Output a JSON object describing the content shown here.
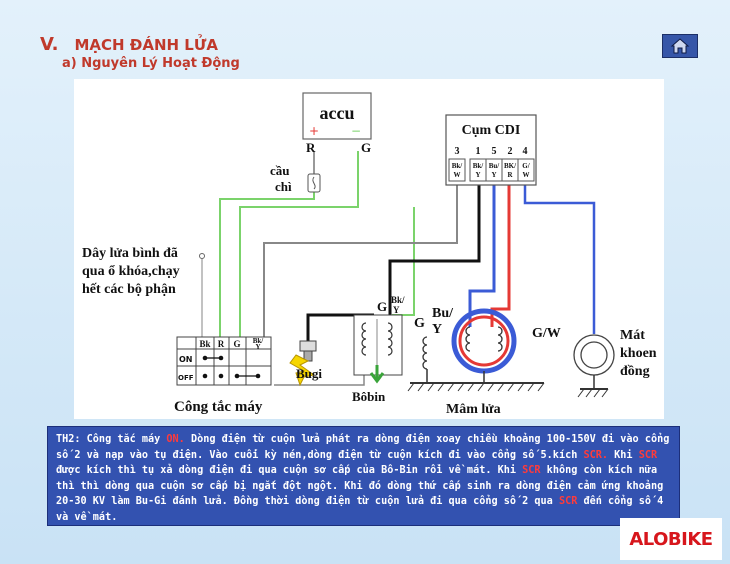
{
  "header": {
    "section_number": "V.",
    "section_title": "MẠCH ĐÁNH LỬA",
    "subtitle": "a) Nguyên Lý Hoạt Động"
  },
  "nav": {
    "home_icon": "home-icon"
  },
  "diagram": {
    "battery_label": "accu",
    "battery_plus": "+",
    "battery_minus": "−",
    "battery_r": "R",
    "battery_g": "G",
    "fuse_line1": "cầu",
    "fuse_line2": "chì",
    "cdi_label": "Cụm CDI",
    "cdi_numbers": [
      "3",
      "1",
      "5",
      "2",
      "4"
    ],
    "cdi_pins": [
      {
        "top": "Bk/",
        "bottom": "W"
      },
      {
        "top": "Bk/",
        "bottom": "Y"
      },
      {
        "top": "Bu/",
        "bottom": "Y"
      },
      {
        "top": "BK/",
        "bottom": "R"
      },
      {
        "top": "G/",
        "bottom": "W"
      }
    ],
    "note_line1": "Dây lửa bình đã",
    "note_line2": "qua ổ khóa,chạy",
    "note_line3": "hết các bộ phận",
    "switch_headers": [
      "Bk",
      "R",
      "G",
      "Bk/",
      "Y"
    ],
    "switch_on": "ON",
    "switch_off": "OFF",
    "switch_label": "Công tắc máy",
    "spark_plug_label": "Bugi",
    "coil_g": "G",
    "coil_bky_top": "Bk/",
    "coil_bky_bottom": "Y",
    "coil_label": "Bôbin",
    "stator_g": "G",
    "stator_buy_top": "Bu/",
    "stator_buy_bottom": "Y",
    "stator_gw": "G/W",
    "stator_label": "Mâm lửa",
    "ground_line1": "Mát",
    "ground_line2": "khoen",
    "ground_line3": "đồng"
  },
  "info": {
    "p1": "TH2: Công tắc máy ",
    "on": "ON.",
    "p2": " Dòng điện từ cuộn lửa phát ra dòng điện xoay chiều khoảng 100-150V đi vào cổng số 2 và nạp vào tụ điện. Vào cuối kỳ nén,dòng điện từ cuộn kích đi vào cổng số 5.kích ",
    "scr1": "SCR.",
    "p3": " Khi ",
    "scr2": "SCR",
    "p4": " được kích thì tụ xả dòng điện đi qua cuộn sơ cấp của Bô-Bin rồi về mát. Khi ",
    "scr3": "SCR",
    "p5": " không còn kích nữa thì thì dòng qua cuộn sơ cấp bị ngắt đột ngột. Khi đó dòng thứ cấp sinh ra dòng điện cảm ứng khoảng 20-30 KV làm Bu-Gi đánh lửa. Đồng thời dòng điện từ cuộn lửa đi qua cổng số 2 qua ",
    "scr4": "SCR",
    "p6": " đến cổng số 4 và về mát."
  },
  "logo": {
    "text": "ALOBIKE"
  },
  "colors": {
    "title_red": "#c0392b",
    "info_bg": "#3352b0",
    "highlight_red": "#ff3b3b",
    "wire_green": "#7bd36b",
    "wire_red": "#e53935",
    "wire_blue": "#3b5bd6",
    "wire_black": "#111111"
  }
}
